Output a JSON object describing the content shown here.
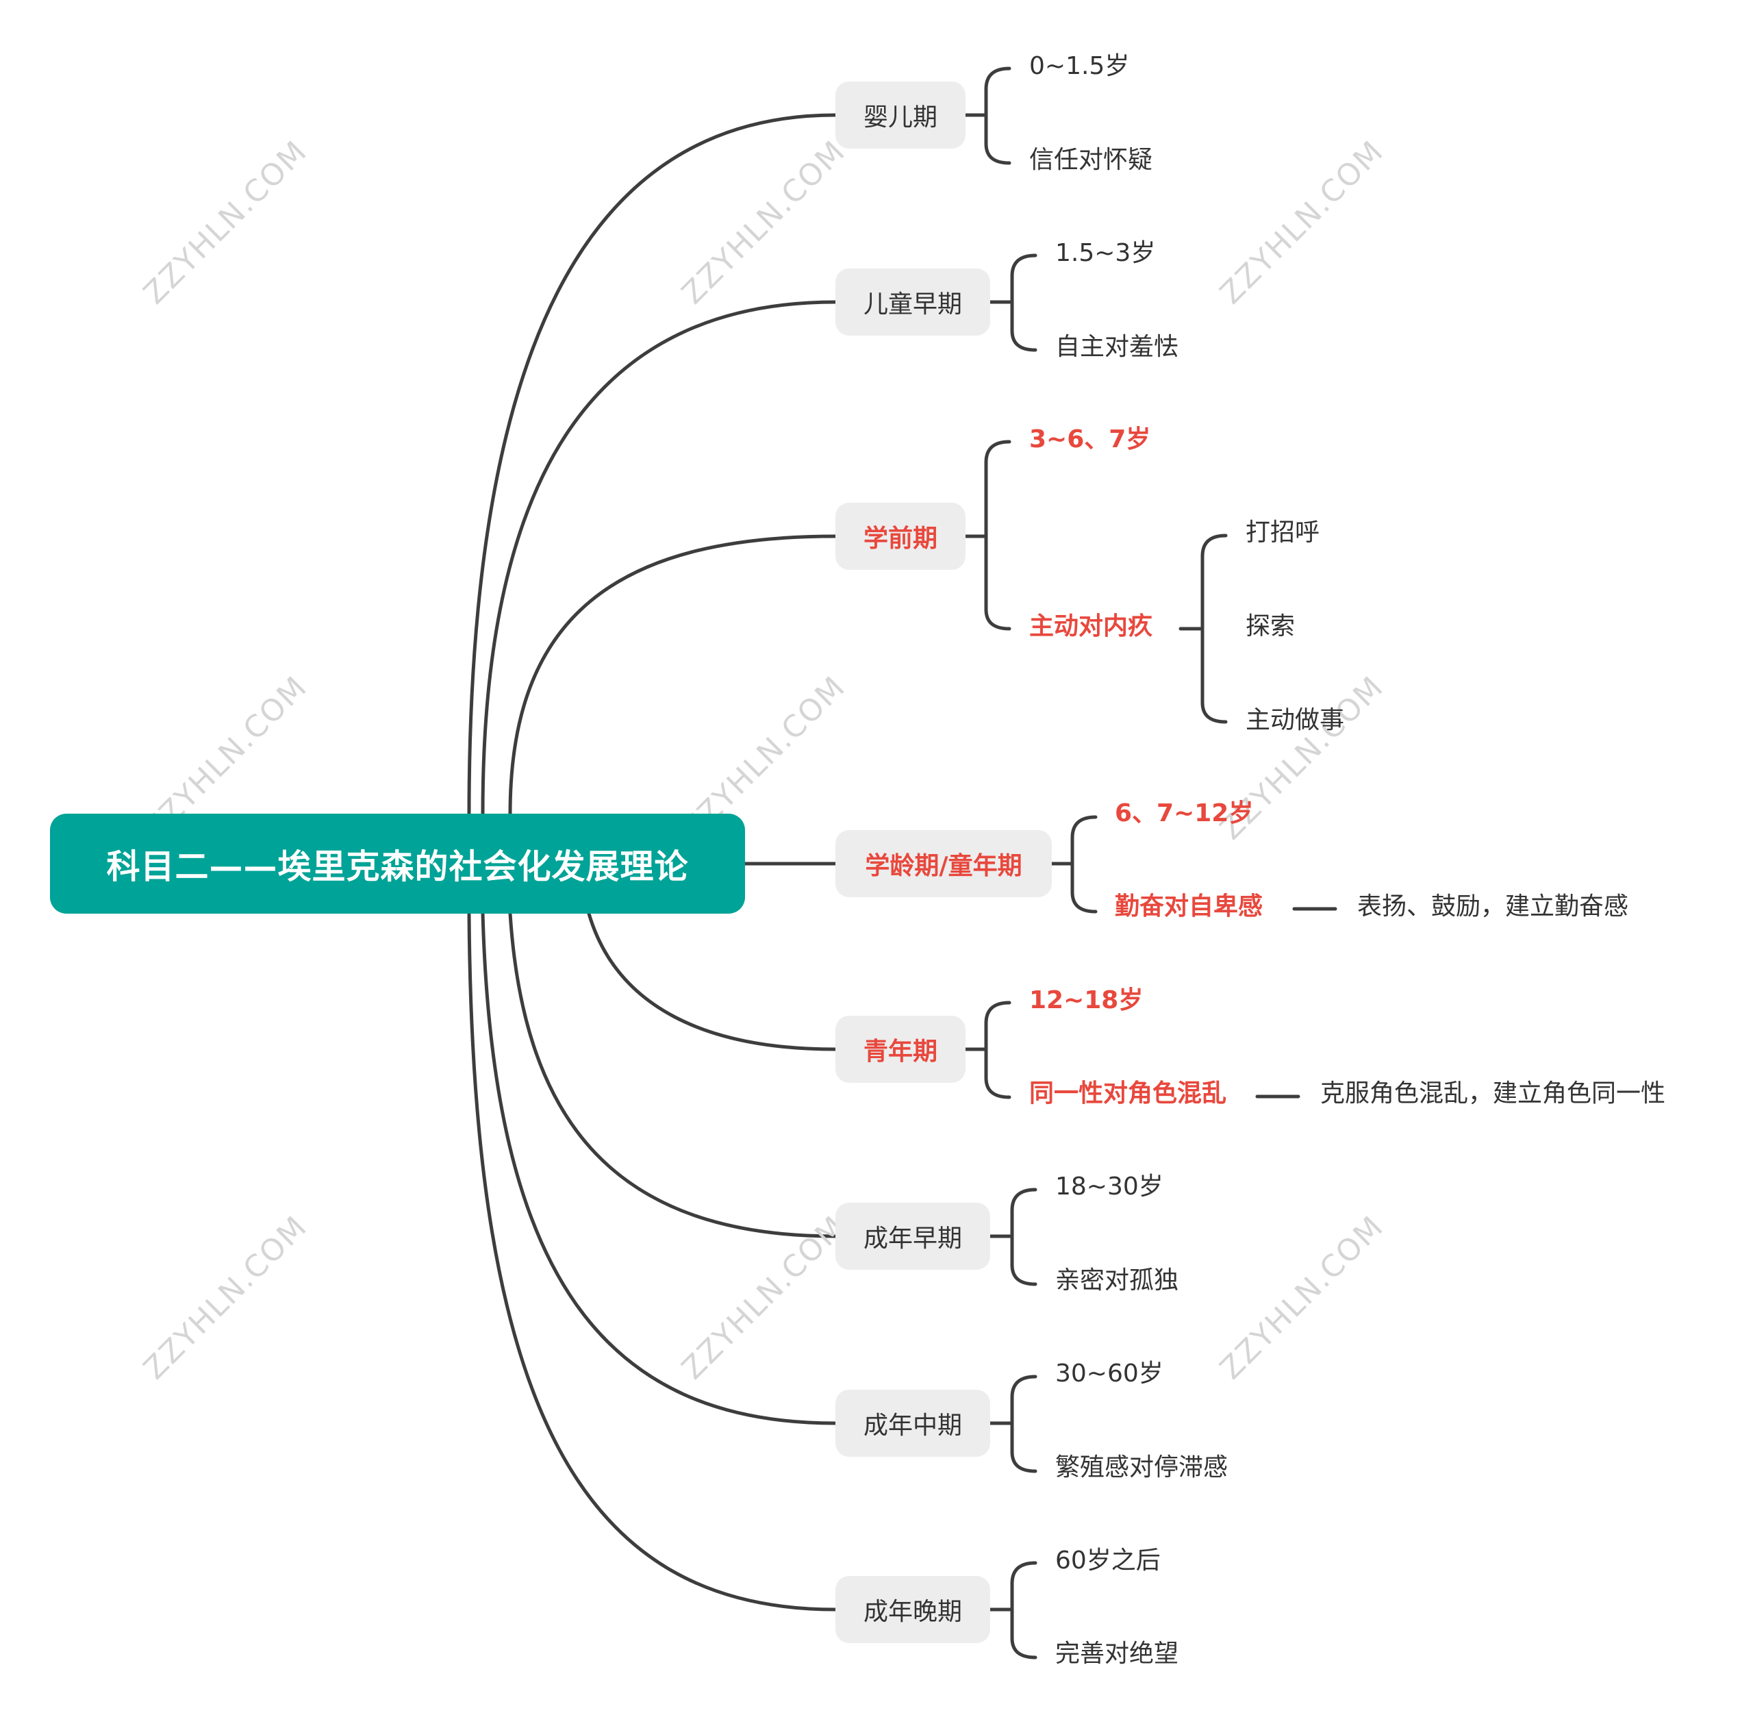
{
  "root": {
    "title": "科目二——埃里克森的社会化发展理论"
  },
  "stages": [
    {
      "name": "婴儿期",
      "age": "0~1.5岁",
      "crisis": "信任对怀疑"
    },
    {
      "name": "儿童早期",
      "age": "1.5~3岁",
      "crisis": "自主对羞怯"
    },
    {
      "name": "学前期",
      "age": "3~6、7岁",
      "crisis": "主动对内疚",
      "details": [
        "打招呼",
        "探索",
        "主动做事"
      ]
    },
    {
      "name": "学龄期/童年期",
      "age": "6、7~12岁",
      "crisis": "勤奋对自卑感",
      "note": "表扬、鼓励，建立勤奋感"
    },
    {
      "name": "青年期",
      "age": "12~18岁",
      "crisis": "同一性对角色混乱",
      "note": "克服角色混乱，建立角色同一性"
    },
    {
      "name": "成年早期",
      "age": "18~30岁",
      "crisis": "亲密对孤独"
    },
    {
      "name": "成年中期",
      "age": "30~60岁",
      "crisis": "繁殖感对停滞感"
    },
    {
      "name": "成年晚期",
      "age": "60岁之后",
      "crisis": "完善对绝望"
    }
  ],
  "watermark": "ZZYHLN.COM",
  "colors": {
    "root_bg": "#00a397",
    "stage_bg": "#ededed",
    "highlight": "#e8483d",
    "text": "#333333",
    "line": "#3d3d3d",
    "watermark": "#d5d5d5"
  }
}
